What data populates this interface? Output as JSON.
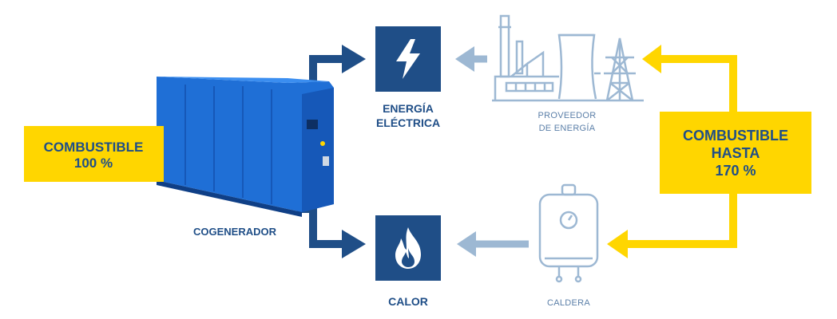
{
  "fuel_left": {
    "line1": "COMBUSTIBLE",
    "line2": "100 %"
  },
  "fuel_right": {
    "line1": "COMBUSTIBLE",
    "line2": "HASTA",
    "line3": "170 %"
  },
  "cogenerator": {
    "label": "COGENERADOR"
  },
  "electric": {
    "line1": "ENERGÍA",
    "line2": "ELÉCTRICA",
    "icon": "lightning-bolt-icon"
  },
  "heat": {
    "label": "CALOR",
    "icon": "flame-icon"
  },
  "supplier": {
    "line1": "PROVEEDOR",
    "line2": "DE ENERGÍA",
    "icon": "power-plant-icon"
  },
  "boiler": {
    "label": "CALDERA",
    "icon": "boiler-icon"
  },
  "colors": {
    "navy": "#1f4e87",
    "yellow": "#ffd600",
    "light_blue": "#9db8d3",
    "machine_blue": "#1f6fd6"
  }
}
